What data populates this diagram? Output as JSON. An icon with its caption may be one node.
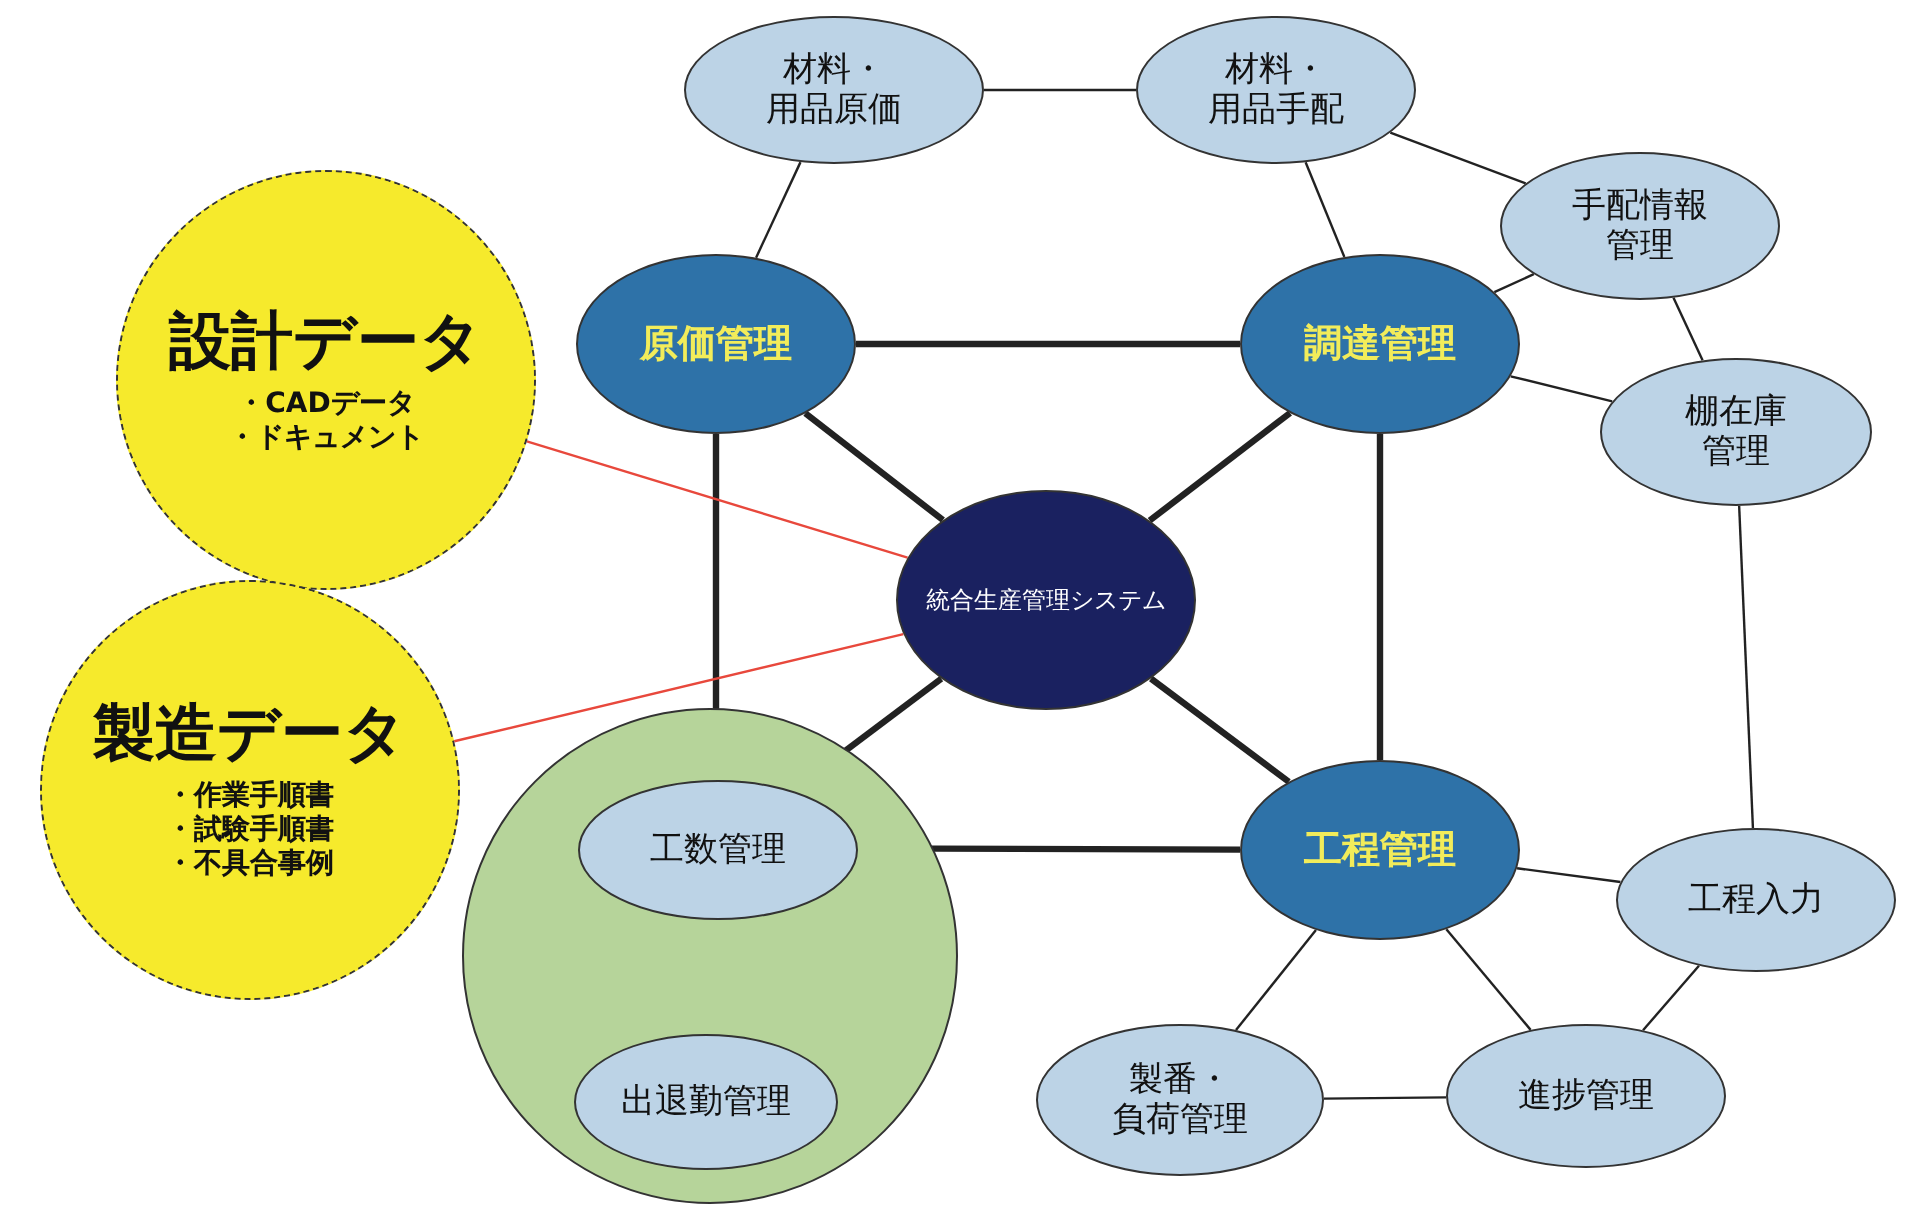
{
  "diagram": {
    "nodes": [
      {
        "text": [
          "設計データ",
          "・CADデータ",
          "・ドキュメント"
        ]
      },
      {
        "text": [
          "製造データ",
          "・作業手順書",
          "・試験手順書",
          "・不具合事例"
        ]
      },
      {
        "text": [
          "原価管理"
        ]
      },
      {
        "text": [
          "調達管理"
        ]
      },
      {
        "text": [
          "統合生産管理システム"
        ]
      },
      {
        "text": [
          "工程管理"
        ]
      },
      {
        "text": [
          "材料・用品原価"
        ]
      },
      {
        "text": [
          "材料・用品手配"
        ]
      },
      {
        "text": [
          "手配情報管理"
        ]
      },
      {
        "text": [
          "棚在庫管理"
        ]
      },
      {
        "text": [
          "工程入力"
        ]
      },
      {
        "text": [
          "進捗管理"
        ]
      },
      {
        "text": [
          "製番・負荷管理"
        ]
      },
      {
        "text": [],
        "shape": "circle"
      },
      {
        "text": [
          "工数管理"
        ],
        "in": 13
      },
      {
        "text": [
          "出退勤管理"
        ],
        "in": 13
      }
    ],
    "edges": [
      {
        "from": 6,
        "to": 7,
        "arrow": "none"
      },
      {
        "from": 6,
        "to": 2,
        "arrow": "none"
      },
      {
        "from": 7,
        "to": 3,
        "arrow": "none"
      },
      {
        "from": 7,
        "to": 8,
        "arrow": "none"
      },
      {
        "from": 8,
        "to": 3,
        "arrow": "none"
      },
      {
        "from": 8,
        "to": 9,
        "arrow": "none"
      },
      {
        "from": 9,
        "to": 3,
        "arrow": "none"
      },
      {
        "from": 2,
        "to": 3,
        "arrow": "none",
        "style": "thick"
      },
      {
        "from": 2,
        "to": 4,
        "arrow": "none",
        "style": "thick"
      },
      {
        "from": 3,
        "to": 4,
        "arrow": "none",
        "style": "thick"
      },
      {
        "from": 2,
        "to": 14,
        "arrow": "none",
        "style": "thick"
      },
      {
        "from": 3,
        "to": 5,
        "arrow": "none",
        "style": "thick"
      },
      {
        "from": 4,
        "to": 14,
        "arrow": "none",
        "style": "thick"
      },
      {
        "from": 4,
        "to": 5,
        "arrow": "none",
        "style": "thick"
      },
      {
        "from": 14,
        "to": 5,
        "arrow": "none",
        "style": "thick"
      },
      {
        "from": 5,
        "to": 10,
        "arrow": "none"
      },
      {
        "from": 9,
        "to": 10,
        "arrow": "none"
      },
      {
        "from": 5,
        "to": 12,
        "arrow": "none"
      },
      {
        "from": 5,
        "to": 11,
        "arrow": "none"
      },
      {
        "from": 12,
        "to": 11,
        "arrow": "none"
      },
      {
        "from": 11,
        "to": 10,
        "arrow": "none"
      },
      {
        "from": 0,
        "to": 4,
        "arrow": "none",
        "color": "#e8483c"
      },
      {
        "from": 1,
        "to": 4,
        "arrow": "none",
        "color": "#e8483c"
      }
    ]
  }
}
